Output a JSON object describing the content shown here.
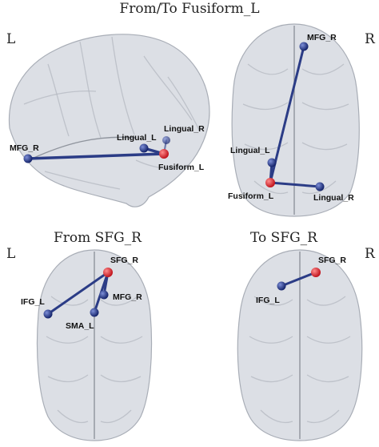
{
  "panels": {
    "top": {
      "title": "From/To Fusiform_L",
      "left_letter": "L",
      "right_letter": "R",
      "lateral_labels": {
        "mfg_r": "MFG_R",
        "lingual_l": "Lingual_L",
        "lingual_r": "Lingual_R",
        "fusiform_l": "Fusiform_L"
      },
      "axial_labels": {
        "mfg_r": "MFG_R",
        "lingual_l": "Lingual_L",
        "fusiform_l": "Fusiform_L",
        "lingual_r": "Lingual_R"
      }
    },
    "bottom_left": {
      "title": "From SFG_R",
      "left_letter": "L",
      "labels": {
        "sfg_r": "SFG_R",
        "ifg_l": "IFG_L",
        "mfg_r": "MFG_R",
        "sma_l": "SMA_L"
      }
    },
    "bottom_right": {
      "title": "To SFG_R",
      "right_letter": "R",
      "labels": {
        "sfg_r": "SFG_R",
        "ifg_l": "IFG_L"
      }
    }
  },
  "colors": {
    "seed_node": "#e0212b",
    "target_node": "#1f2f75",
    "edge": "#2b3c86"
  }
}
